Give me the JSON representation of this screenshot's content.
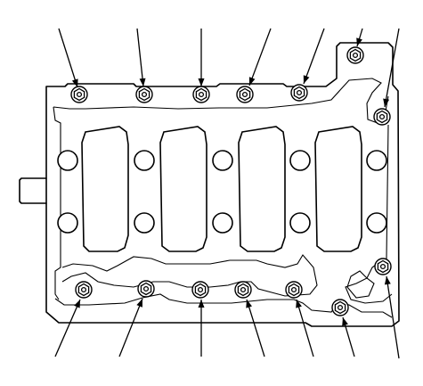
{
  "figure": {
    "image_fill": "#ffffff",
    "ink": "#000000"
  },
  "bolts": {
    "top": [
      {
        "id": "top-1"
      },
      {
        "id": "top-2"
      },
      {
        "id": "top-3"
      },
      {
        "id": "top-4"
      },
      {
        "id": "top-5"
      },
      {
        "id": "top-6"
      }
    ],
    "right": [
      {
        "id": "right-1"
      },
      {
        "id": "right-2"
      }
    ],
    "bottom": [
      {
        "id": "bottom-1"
      },
      {
        "id": "bottom-2"
      },
      {
        "id": "bottom-3"
      },
      {
        "id": "bottom-4"
      },
      {
        "id": "bottom-5"
      },
      {
        "id": "bottom-6"
      }
    ]
  },
  "bearing_windows": 4,
  "bores_per_row": 5
}
